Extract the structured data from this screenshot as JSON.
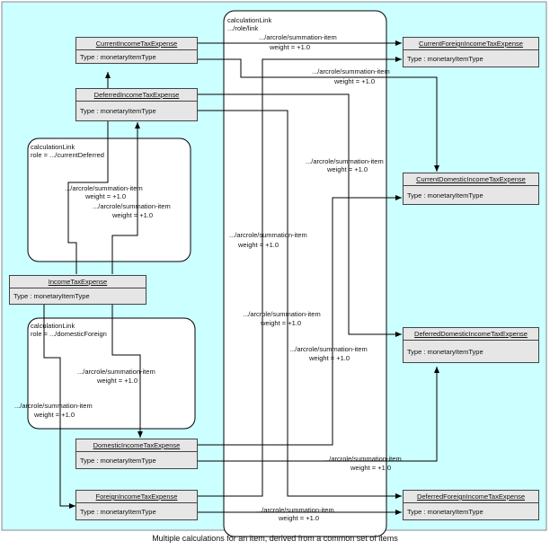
{
  "colors": {
    "background": "#ccffff",
    "item_fill": "#e6e6e6",
    "link_fill": "#ffffff",
    "line": "#000000"
  },
  "items": {
    "current_income": {
      "name": "CurrentIncomeTaxExpense",
      "type": "Type : monetaryItemType"
    },
    "deferred_income": {
      "name": "DeferredIncomeTaxExpense",
      "type": "Type : monetaryItemType"
    },
    "income": {
      "name": "IncomeTaxExpense",
      "type": "Type : monetaryItemType"
    },
    "domestic_income": {
      "name": "DomesticIncomeTaxExpense",
      "type": "Type : monetaryItemType"
    },
    "foreign_income": {
      "name": "ForeignIncomeTaxExpense",
      "type": "Type : monetaryItemType"
    },
    "current_foreign": {
      "name": "CurrentForeignIncomeTaxExpense",
      "type": "Type : monetaryItemType"
    },
    "current_domestic": {
      "name": "CurrentDomesticIncomeTaxExpense",
      "type": "Type : monetaryItemType"
    },
    "deferred_domestic": {
      "name": "DeferredDomesticIncomeTaxExpense",
      "type": "Type : monetaryItemType"
    },
    "deferred_foreign": {
      "name": "DeferredForeignIncomeTaxExpense",
      "type": "Type : monetaryItemType"
    }
  },
  "links": {
    "role_link": {
      "title": "calculationLink",
      "role": ".../role/link"
    },
    "current_deferred": {
      "title": "calculationLink",
      "role": "role = .../currentDeferred"
    },
    "domestic_foreign": {
      "title": "calculationLink",
      "role": "role = .../domesticForeign"
    }
  },
  "arcs": {
    "arcrole": ".../arcrole/summation-item",
    "weight": "weight = +1.0"
  },
  "caption": "Multiple calculations for an item, derived from a common set of items"
}
